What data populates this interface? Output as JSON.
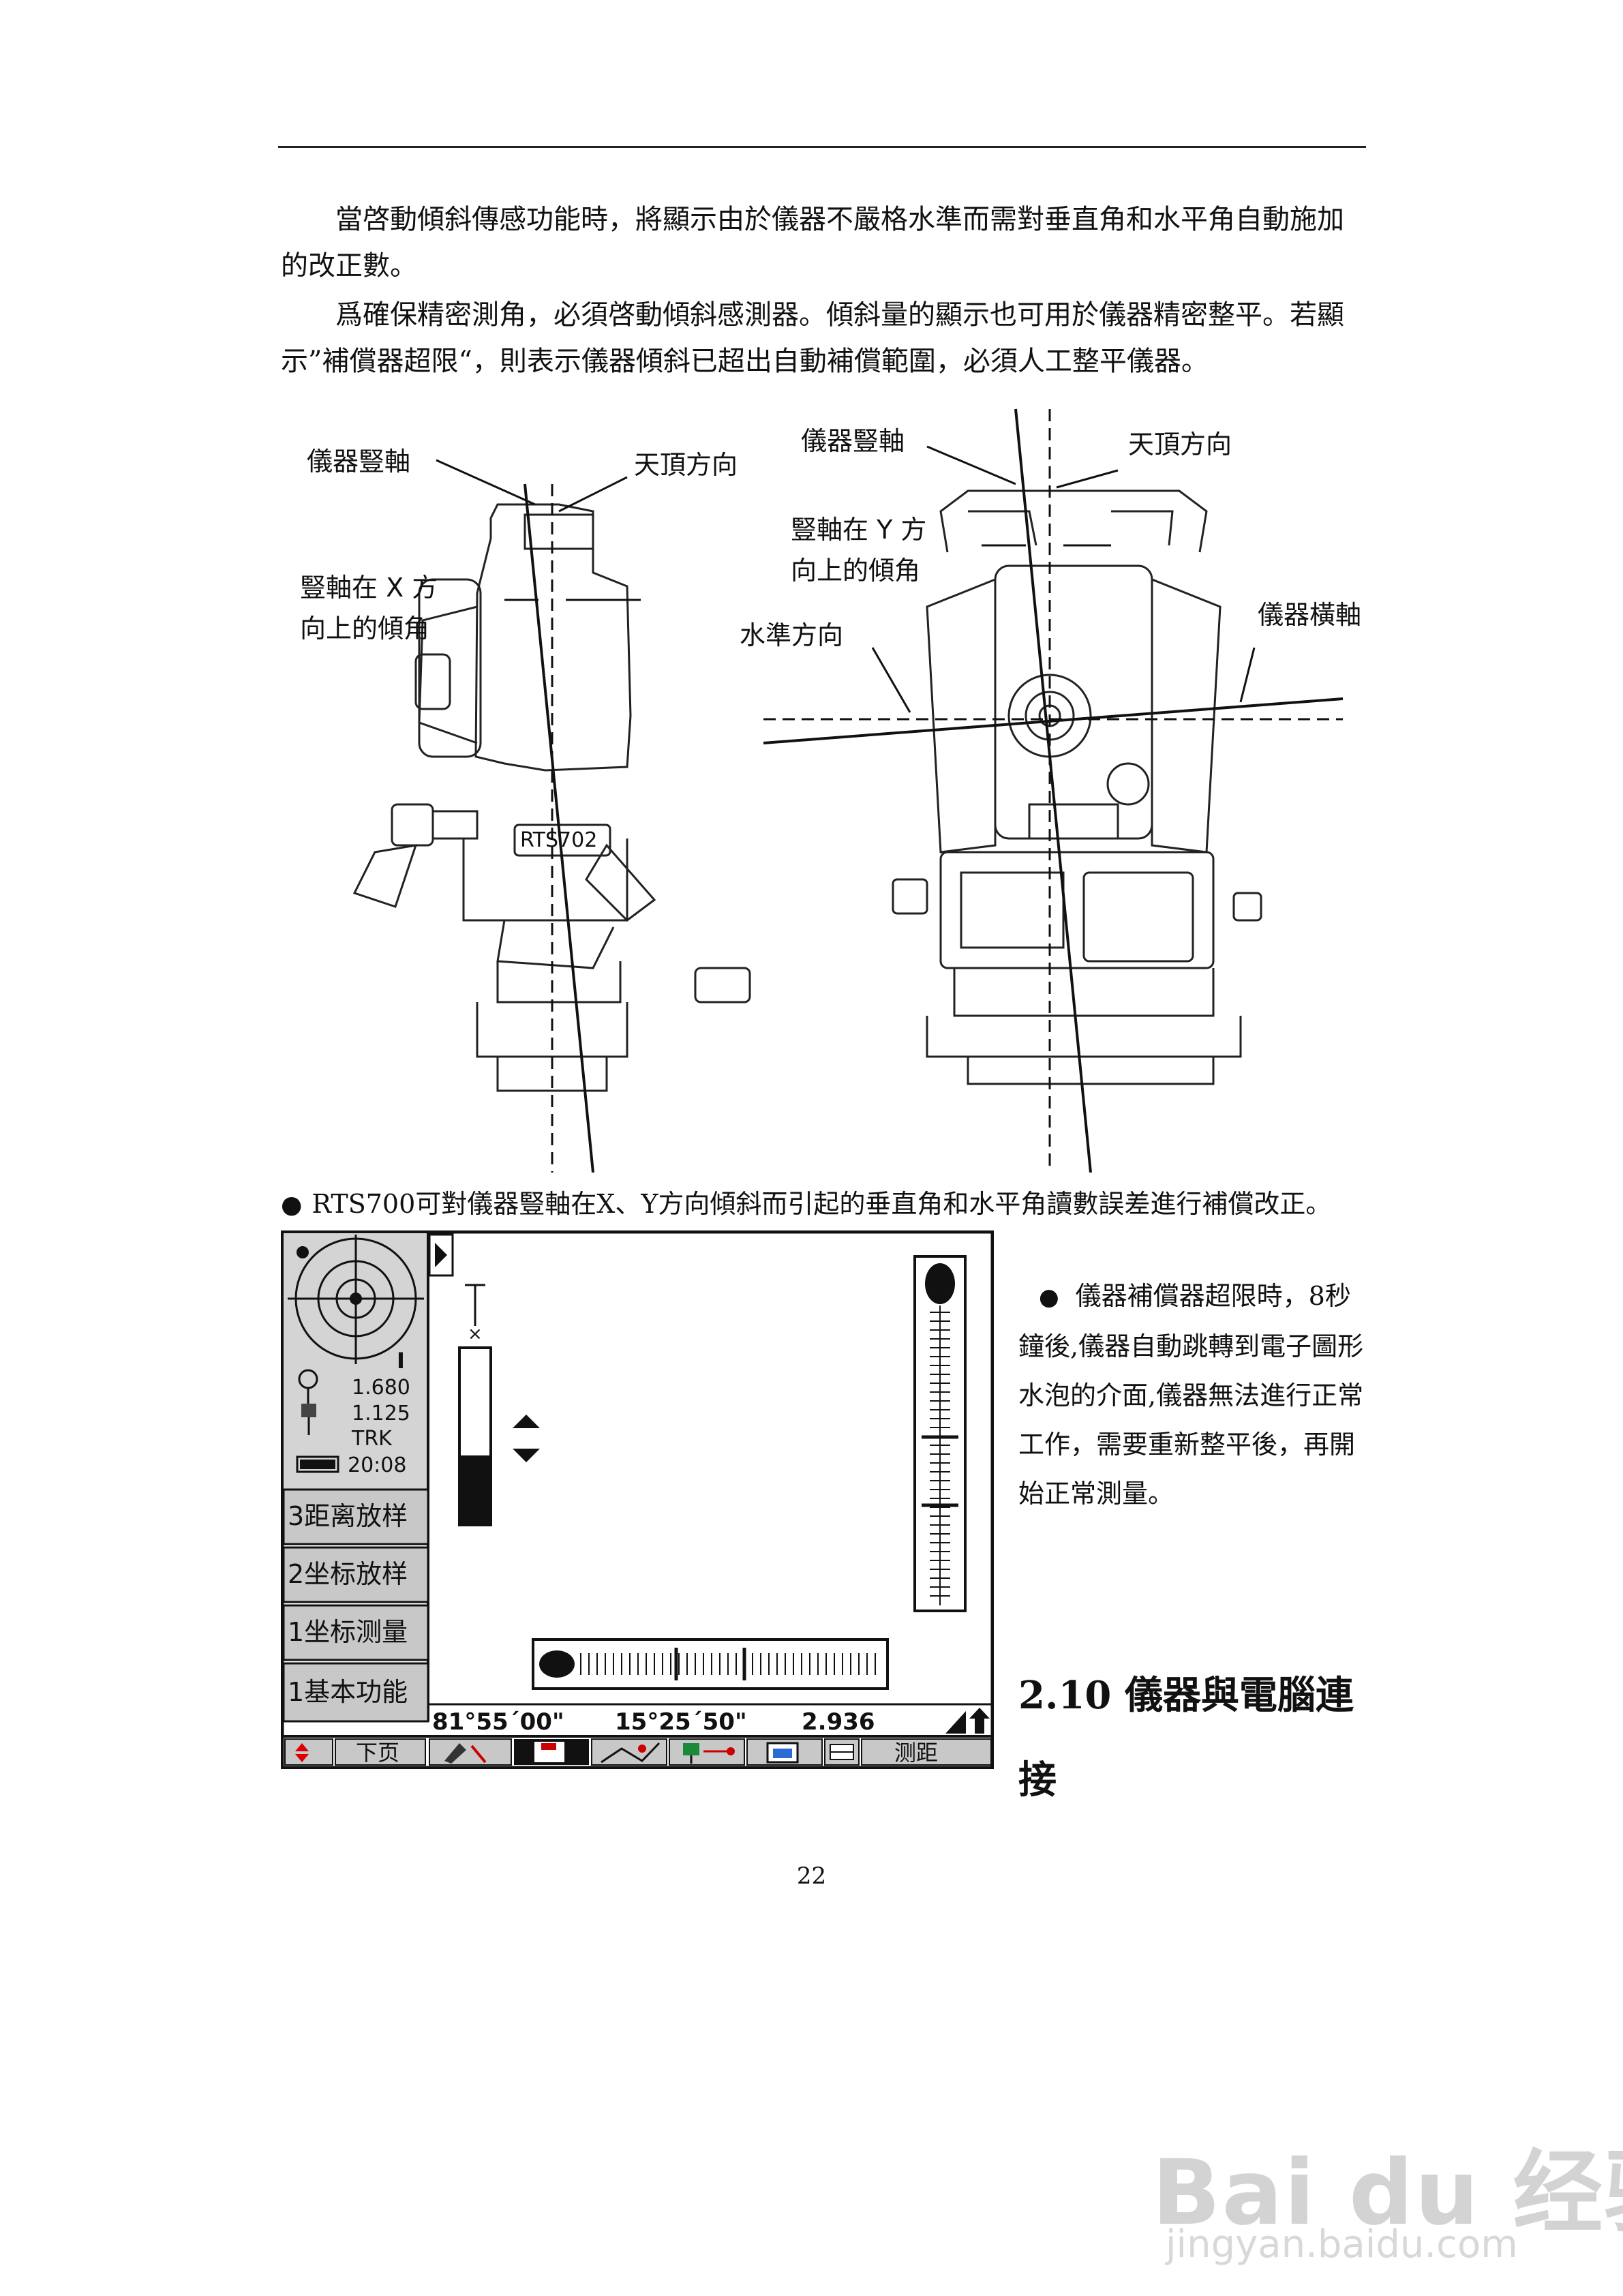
{
  "paragraphs": [
    "當啓動傾斜傳感功能時，將顯示由於儀器不嚴格水準而需對垂直角和水平角自動施加的改正數。",
    "爲確保精密測角，必須啓動傾斜感測器。傾斜量的顯示也可用於儀器精密整平。若顯示”補償器超限“，則表示儀器傾斜已超出自動補償範圍，必須人工整平儀器。"
  ],
  "figure_labels": {
    "left_vertical_axis": "儀器豎軸",
    "left_zenith": "天頂方向",
    "left_tilt_x_line1": "豎軸在 X 方",
    "left_tilt_x_line2": "向上的傾角",
    "model_plate": "RTS702",
    "right_vertical_axis": "儀器豎軸",
    "right_zenith": "天頂方向",
    "right_tilt_y_line1": "豎軸在 Y 方",
    "right_tilt_y_line2": "向上的傾角",
    "right_level_direction": "水準方向",
    "right_horizontal_axis": "儀器橫軸"
  },
  "caption": "RTS700可對儀器豎軸在X、Y方向傾斜而引起的垂直角和水平角讀數誤差進行補償改正。",
  "screen": {
    "status_i": "I",
    "prism_height": "1.680",
    "instrument_height": "1.125",
    "mode": "TRK",
    "time": "20:08",
    "menu": [
      "3距离放样",
      "2坐标放样",
      "1坐标测量",
      "1基本功能"
    ],
    "readout": {
      "vertical_angle": "81°55´00\"",
      "horizontal_angle": "15°25´50\"",
      "distance": "2.936"
    },
    "next_page": "下页",
    "measure_distance": "测距"
  },
  "side_note": "儀器補償器超限時，8秒鐘後,儀器自動跳轉到電子圖形水泡的介面,儀器無法進行正常工作，需要重新整平後，再開始正常測量。",
  "section_heading": "2.10 儀器與電腦連接",
  "page_number": "22",
  "watermark": {
    "brand": "Bai du 经验",
    "url": "jingyan.baidu.com"
  }
}
